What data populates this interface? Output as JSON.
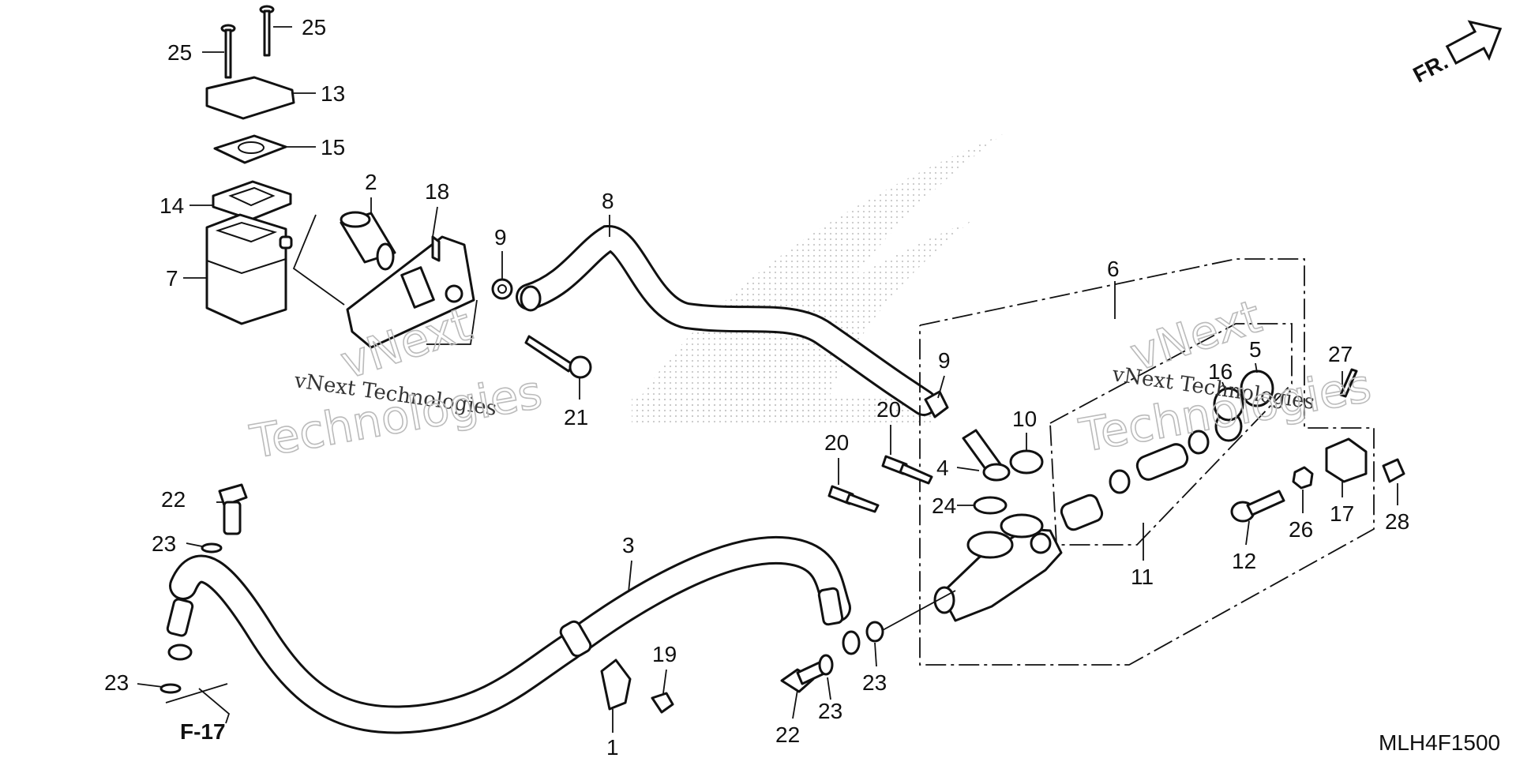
{
  "diagram": {
    "code": "MLH4F1500",
    "direction": "FR.",
    "reference": "F-17",
    "watermark_lines": [
      "vNext",
      "Technologies",
      "vNext Technologies"
    ],
    "callouts": [
      "1",
      "2",
      "3",
      "4",
      "5",
      "6",
      "7",
      "8",
      "9",
      "9",
      "10",
      "11",
      "12",
      "13",
      "14",
      "15",
      "16",
      "17",
      "18",
      "19",
      "20",
      "20",
      "21",
      "22",
      "22",
      "23",
      "23",
      "23",
      "23",
      "24",
      "25",
      "25",
      "26",
      "27",
      "28"
    ],
    "colors": {
      "ink": "#111111",
      "watermark": "#bbbbbb",
      "background": "#ffffff"
    },
    "icons": [
      "direction-arrow-icon"
    ]
  }
}
